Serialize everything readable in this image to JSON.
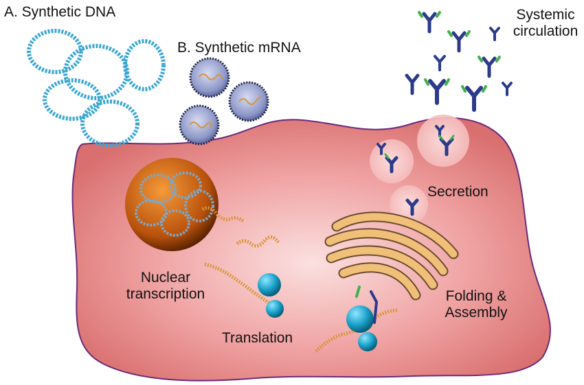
{
  "labels": {
    "synthetic_dna": "A. Synthetic DNA",
    "synthetic_mrna": "B. Synthetic mRNA",
    "systemic_line1": "Systemic",
    "systemic_line2": "circulation",
    "secretion": "Secretion",
    "nuclear_line1": "Nuclear",
    "nuclear_line2": "transcription",
    "translation": "Translation",
    "folding_line1": "Folding &",
    "folding_line2": "Assembly"
  },
  "colors": {
    "cell_fill": "#e88f8f",
    "cell_border": "#6a2a7a",
    "dna_ring": "#3aa6d2",
    "nucleus": "#c0560c",
    "mrna_strand": "#d8953a",
    "ribosome": "#1e9dc4",
    "golgi": "#f0c078",
    "antibody_heavy": "#2b3a8a",
    "antibody_light": "#3fb24a",
    "lipid_particle": "#6b7bb5"
  }
}
